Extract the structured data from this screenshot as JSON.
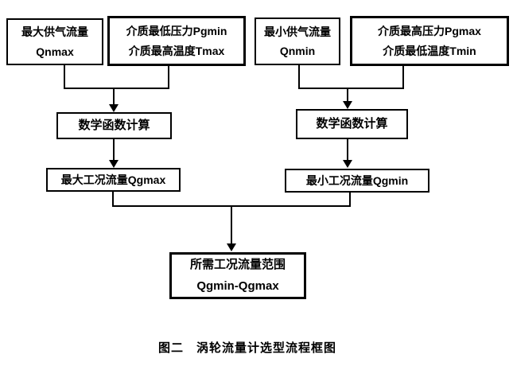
{
  "figure": {
    "caption": "图二　涡轮流量计选型流程框图"
  },
  "nodes": {
    "qnmax": {
      "line1": "最大供气流量",
      "line2": "Qnmax"
    },
    "pgmin_tmax": {
      "line1": "介质最低压力Pgmin",
      "line2": "介质最高温度Tmax"
    },
    "qnmin": {
      "line1": "最小供气流量",
      "line2": "Qnmin"
    },
    "pgmax_tmin": {
      "line1": "介质最高压力Pgmax",
      "line2": "介质最低温度Tmin"
    },
    "calc_left": {
      "label": "数学函数计算"
    },
    "calc_right": {
      "label": "数学函数计算"
    },
    "qgmax": {
      "label": "最大工况流量Qgmax"
    },
    "qgmin": {
      "label": "最小工况流量Qgmin"
    },
    "result": {
      "line1": "所需工况流量范围",
      "line2": "Qgmin-Qgmax"
    }
  },
  "colors": {
    "line": "#000000",
    "background": "#ffffff"
  }
}
